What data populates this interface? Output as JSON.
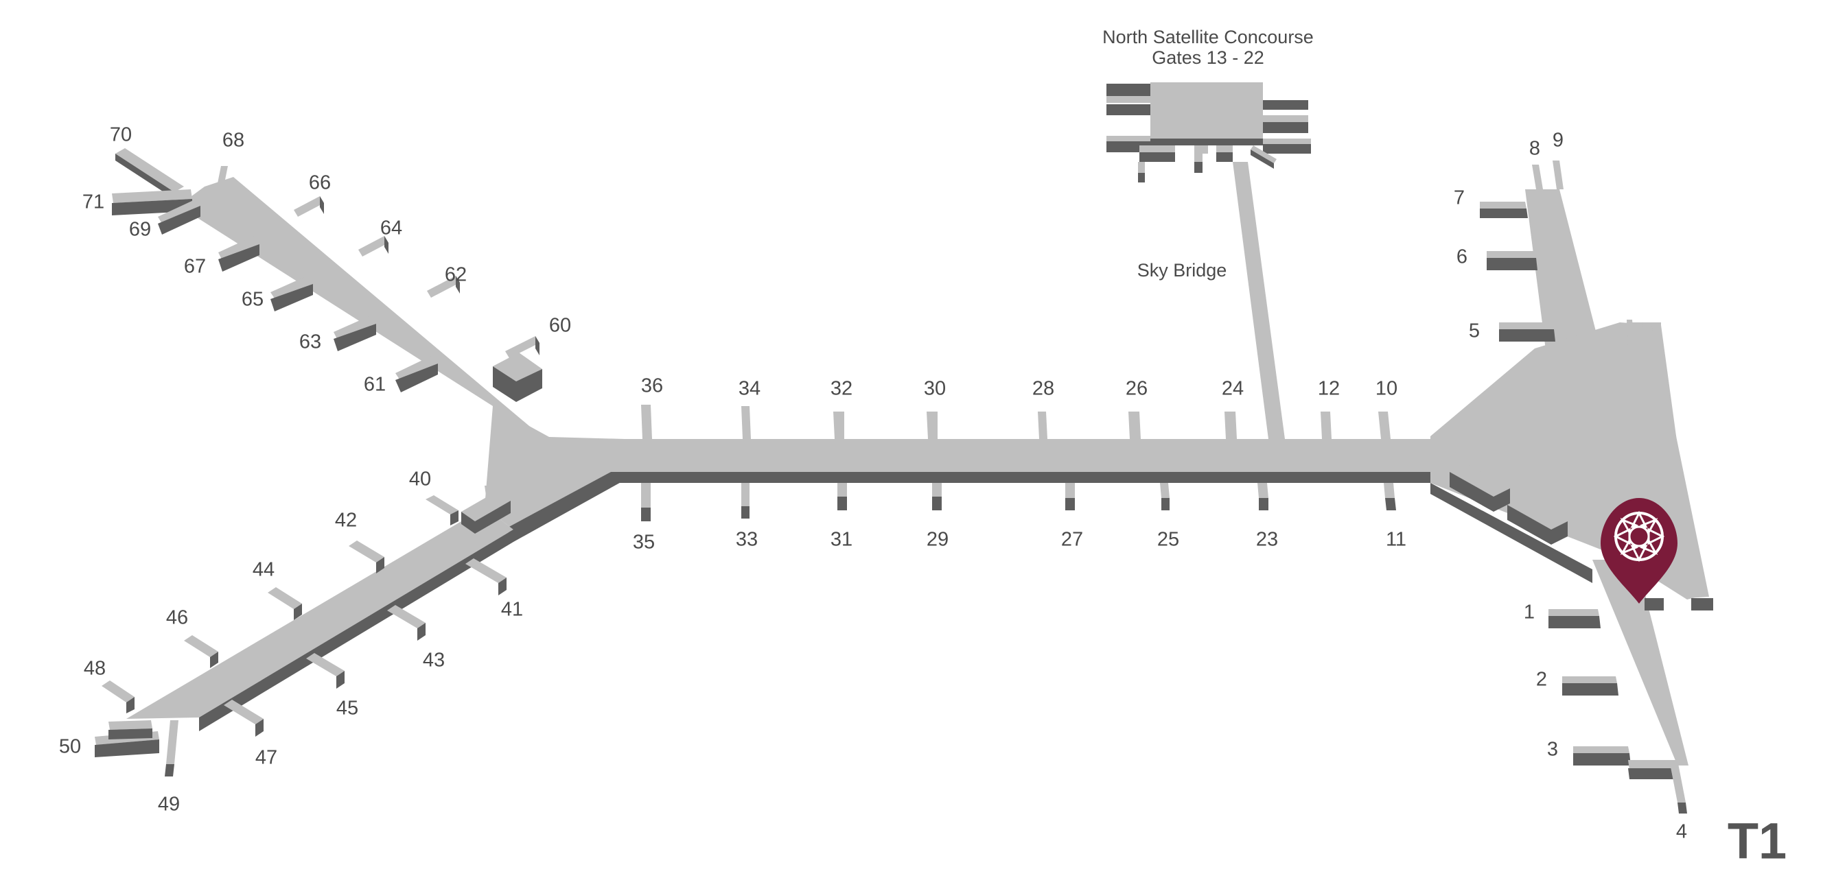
{
  "terminal_label": "T1",
  "satellite": {
    "name": "North Satellite Concourse",
    "gates_text": "Gates 13 - 22"
  },
  "sky_bridge_label": "Sky Bridge",
  "gates": [
    "1",
    "2",
    "3",
    "4",
    "5",
    "6",
    "7",
    "8",
    "9",
    "10",
    "11",
    "12",
    "23",
    "24",
    "25",
    "26",
    "27",
    "28",
    "29",
    "30",
    "31",
    "32",
    "33",
    "34",
    "35",
    "36",
    "40",
    "41",
    "42",
    "43",
    "44",
    "45",
    "46",
    "47",
    "48",
    "49",
    "50",
    "60",
    "61",
    "62",
    "63",
    "64",
    "65",
    "66",
    "67",
    "68",
    "69",
    "70",
    "71"
  ],
  "marker": {
    "icon": "location-pin-icon",
    "color": "#7b1b3a"
  },
  "colors": {
    "floor": "#bfbfbf",
    "wall": "#5e5e5e",
    "text": "#4a4a4a"
  }
}
